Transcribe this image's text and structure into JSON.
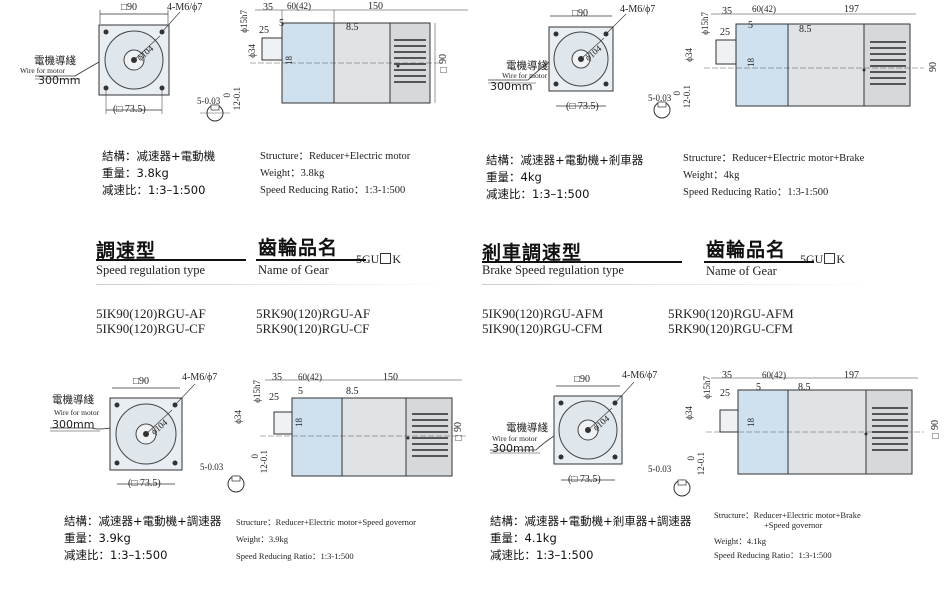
{
  "panels": [
    {
      "dims": {
        "sq": "□90",
        "holes": "4-M6/ϕ7",
        "d104": "ϕ104",
        "sq735": "(□ 73.5)",
        "d35": "35",
        "d6042": "60(42)",
        "len": "150",
        "d25": "25",
        "d5": "5",
        "d85": "8.5",
        "d15": "ϕ15h7",
        "d34": "ϕ34",
        "d18": "18",
        "h90": "□90",
        "key": "5-0.03",
        "d0": "0",
        "d12": "12-0.1"
      },
      "wire": {
        "zh": "電機導綫",
        "en": "Wire for motor",
        "len": "300mm"
      },
      "spec_zh": [
        "結構：减速器+電動機",
        "重量：3.8kg",
        "减速比：1:3–1:500"
      ],
      "spec_en": [
        "Structure：Reducer+Electric motor",
        "Weight：3.8kg",
        "Speed Reducing Ratio：1:3-1:500"
      ]
    },
    {
      "dims": {
        "sq": "□90",
        "holes": "4-M6/ϕ7",
        "d104": "ϕ104",
        "sq735": "(□ 73.5)",
        "d35": "35",
        "d6042": "60(42)",
        "len": "197",
        "d25": "25",
        "d5": "5",
        "d85": "8.5",
        "d15": "ϕ15h7",
        "d34": "ϕ34",
        "d18": "18",
        "h90": "90",
        "key": "5-0.03",
        "d0": "0",
        "d12": "12-0.1"
      },
      "wire": {
        "zh": "電機導綫",
        "en": "Wire for motor",
        "len": "300mm"
      },
      "spec_zh": [
        "結構：减速器+電動機+剎車器",
        "重量：4kg",
        "减速比：1:3–1:500"
      ],
      "spec_en": [
        "Structure：Reducer+Electric motor+Brake",
        "Weight：4kg",
        "Speed Reducing Ratio：1:3-1:500"
      ]
    },
    {
      "dims": {
        "sq": "□90",
        "holes": "4-M6/ϕ7",
        "d104": "ϕ104",
        "sq735": "(□ 73.5)",
        "d35": "35",
        "d6042": "60(42)",
        "len": "150",
        "d25": "25",
        "d5": "5",
        "d85": "8.5",
        "d15": "ϕ15h7",
        "d34": "ϕ34",
        "d18": "18",
        "h90": "□90",
        "key": "5-0.03",
        "d0": "0",
        "d12": "12-0.1"
      },
      "wire": {
        "zh": "電機導綫",
        "en": "Wire for motor",
        "len": "300mm"
      },
      "spec_zh": [
        "結構：减速器+電動機+調速器",
        "重量：3.9kg",
        "减速比：1:3–1:500"
      ],
      "spec_en": [
        "Structure：Reducer+Electric motor+Speed governor",
        "Weight：3.9kg",
        "Speed Reducing Ratio：1:3-1:500"
      ]
    },
    {
      "dims": {
        "sq": "□90",
        "holes": "4-M6/ϕ7",
        "d104": "ϕ104",
        "sq735": "(□ 73.5)",
        "d35": "35",
        "d6042": "60(42)",
        "len": "197",
        "d25": "25",
        "d5": "5",
        "d85": "8.5",
        "d15": "ϕ15h7",
        "d34": "ϕ34",
        "d18": "18",
        "h90": "□90",
        "key": "5-0.03",
        "d0": "0",
        "d12": "12-0.1"
      },
      "wire": {
        "zh": "電機導綫",
        "en": "Wire for motor",
        "len": "300mm"
      },
      "spec_zh": [
        "結構：减速器+電動機+剎車器+調速器",
        "重量：4.1kg",
        "减速比：1:3–1:500"
      ],
      "spec_en": [
        "Structure：Reducer+Electric motor+Brake",
        "+Speed governor",
        "Weight：4.1kg",
        "Speed Reducing Ratio：1:3-1:500"
      ]
    }
  ],
  "sections": [
    {
      "title_zh": "調速型",
      "title_en": "Speed regulation type",
      "gear_zh": "齒輪品名",
      "gear_en": "Name of Gear",
      "gear_code_pre": "5GU",
      "gear_code_post": "K",
      "models": [
        "5IK90(120)RGU-AF",
        "5IK90(120)RGU-CF",
        "5RK90(120)RGU-AF",
        "5RK90(120)RGU-CF"
      ]
    },
    {
      "title_zh": "剎車調速型",
      "title_en": "Brake Speed regulation type",
      "gear_zh": "齒輪品名",
      "gear_en": "Name of Gear",
      "gear_code_pre": "5GU",
      "gear_code_post": "K",
      "models": [
        "5IK90(120)RGU-AFM",
        "5IK90(120)RGU-CFM",
        "5RK90(120)RGU-AFM",
        "5RK90(120)RGU-CFM"
      ]
    }
  ]
}
